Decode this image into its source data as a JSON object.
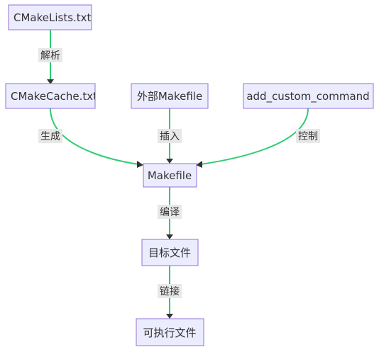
{
  "nodes": {
    "cmakelists": "CMakeLists.txt",
    "cmakecache": "CMakeCache.txt",
    "external_makefile": "外部Makefile",
    "add_custom_command": "add_custom_command",
    "makefile": "Makefile",
    "object_files": "目标文件",
    "executable": "可执行文件"
  },
  "edges": {
    "parse": "解析",
    "generate": "生成",
    "insert": "插入",
    "control": "控制",
    "compile": "编译",
    "link": "链接"
  },
  "colors": {
    "node_fill": "#ececff",
    "node_border": "#9370db",
    "edge": "#2ecc71",
    "label_background": "#e8e8e8",
    "text": "#333333"
  }
}
